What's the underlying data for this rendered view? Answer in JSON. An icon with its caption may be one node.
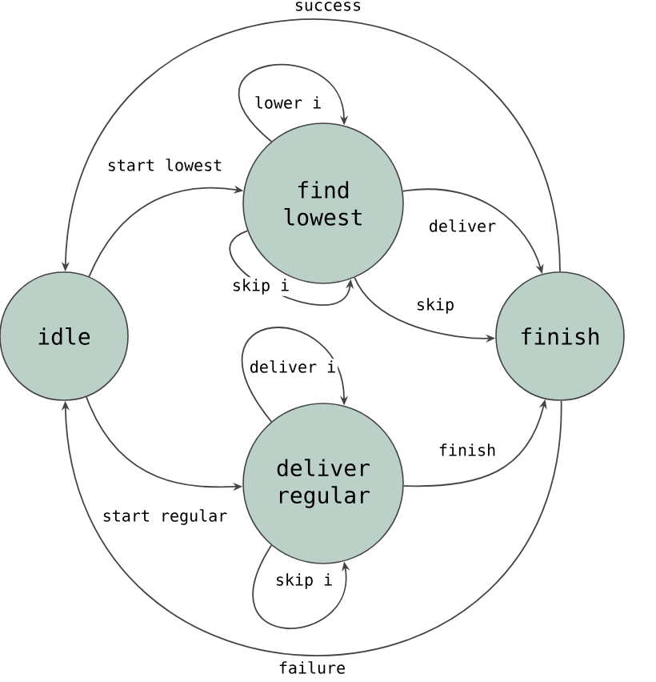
{
  "diagram": {
    "nodes": [
      {
        "text": [
          "idle"
        ]
      },
      {
        "text": [
          "find lowest"
        ]
      },
      {
        "text": [
          "deliver regular"
        ]
      },
      {
        "text": [
          "finish"
        ]
      }
    ],
    "edges": [
      {
        "from": 3,
        "to": 0,
        "arrow": "to",
        "label": "success"
      },
      {
        "from": 0,
        "to": 1,
        "arrow": "to",
        "label": "start lowest"
      },
      {
        "from": 1,
        "to": 1,
        "arrow": "to",
        "label": "lower i"
      },
      {
        "from": 1,
        "to": 1,
        "arrow": "to",
        "label": "skip i"
      },
      {
        "from": 1,
        "to": 3,
        "arrow": "to",
        "label": "deliver"
      },
      {
        "from": 1,
        "to": 3,
        "arrow": "to",
        "label": "skip"
      },
      {
        "from": 2,
        "to": 2,
        "arrow": "to",
        "label": "deliver i"
      },
      {
        "from": 0,
        "to": 2,
        "arrow": "to",
        "label": "start regular"
      },
      {
        "from": 2,
        "to": 3,
        "arrow": "to",
        "label": "finish"
      },
      {
        "from": 2,
        "to": 2,
        "arrow": "to",
        "label": "skip i"
      },
      {
        "from": 3,
        "to": 0,
        "arrow": "to",
        "label": "failure"
      }
    ]
  }
}
